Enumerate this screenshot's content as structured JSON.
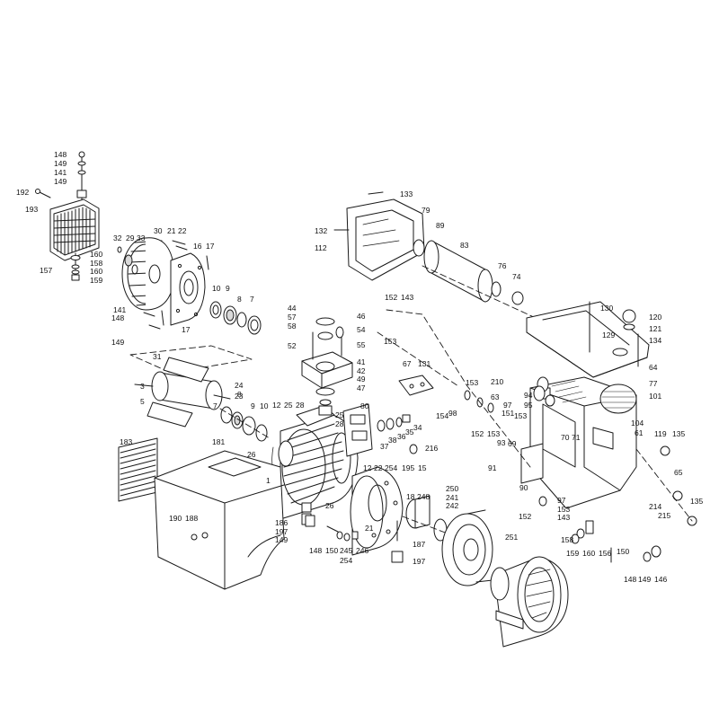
{
  "diagram": {
    "type": "exploded-parts-diagram",
    "callouts": [
      {
        "id": "148a",
        "label": "148"
      },
      {
        "id": "149a",
        "label": "149"
      },
      {
        "id": "141a",
        "label": "141"
      },
      {
        "id": "149b",
        "label": "149"
      },
      {
        "id": "192",
        "label": "192"
      },
      {
        "id": "193",
        "label": "193"
      },
      {
        "id": "157",
        "label": "157"
      },
      {
        "id": "160a",
        "label": "160"
      },
      {
        "id": "158a",
        "label": "158"
      },
      {
        "id": "160b",
        "label": "160"
      },
      {
        "id": "159a",
        "label": "159"
      },
      {
        "id": "32",
        "label": "32"
      },
      {
        "id": "29",
        "label": "29"
      },
      {
        "id": "33",
        "label": "33"
      },
      {
        "id": "30",
        "label": "30"
      },
      {
        "id": "21a",
        "label": "21"
      },
      {
        "id": "22a",
        "label": "22"
      },
      {
        "id": "16",
        "label": "16"
      },
      {
        "id": "17a",
        "label": "17"
      },
      {
        "id": "10a",
        "label": "10"
      },
      {
        "id": "9a",
        "label": "9"
      },
      {
        "id": "8a",
        "label": "8"
      },
      {
        "id": "7a",
        "label": "7"
      },
      {
        "id": "141b",
        "label": "141"
      },
      {
        "id": "148b",
        "label": "148"
      },
      {
        "id": "149c",
        "label": "149"
      },
      {
        "id": "17b",
        "label": "17"
      },
      {
        "id": "31",
        "label": "31"
      },
      {
        "id": "3",
        "label": "3"
      },
      {
        "id": "5",
        "label": "5"
      },
      {
        "id": "24",
        "label": "24"
      },
      {
        "id": "23",
        "label": "23"
      },
      {
        "id": "7b",
        "label": "7"
      },
      {
        "id": "8b",
        "label": "8"
      },
      {
        "id": "9b",
        "label": "9"
      },
      {
        "id": "10b",
        "label": "10"
      },
      {
        "id": "12a",
        "label": "12"
      },
      {
        "id": "25a",
        "label": "25"
      },
      {
        "id": "28a",
        "label": "28"
      },
      {
        "id": "26a",
        "label": "26"
      },
      {
        "id": "1",
        "label": "1"
      },
      {
        "id": "183",
        "label": "183"
      },
      {
        "id": "181",
        "label": "181"
      },
      {
        "id": "190",
        "label": "190"
      },
      {
        "id": "188",
        "label": "188"
      },
      {
        "id": "186",
        "label": "186"
      },
      {
        "id": "197a",
        "label": "197"
      },
      {
        "id": "149d",
        "label": "149"
      },
      {
        "id": "26b",
        "label": "26"
      },
      {
        "id": "148c",
        "label": "148"
      },
      {
        "id": "150a",
        "label": "150"
      },
      {
        "id": "245",
        "label": "245"
      },
      {
        "id": "246",
        "label": "246"
      },
      {
        "id": "254a",
        "label": "254"
      },
      {
        "id": "21b",
        "label": "21"
      },
      {
        "id": "12b",
        "label": "12"
      },
      {
        "id": "22b",
        "label": "22"
      },
      {
        "id": "254b",
        "label": "254"
      },
      {
        "id": "195",
        "label": "195"
      },
      {
        "id": "15",
        "label": "15"
      },
      {
        "id": "18",
        "label": "18"
      },
      {
        "id": "248",
        "label": "248"
      },
      {
        "id": "250",
        "label": "250"
      },
      {
        "id": "241",
        "label": "241"
      },
      {
        "id": "242",
        "label": "242"
      },
      {
        "id": "187",
        "label": "187"
      },
      {
        "id": "197b",
        "label": "197"
      },
      {
        "id": "251",
        "label": "251"
      },
      {
        "id": "44",
        "label": "44"
      },
      {
        "id": "57",
        "label": "57"
      },
      {
        "id": "58",
        "label": "58"
      },
      {
        "id": "46",
        "label": "46"
      },
      {
        "id": "54",
        "label": "54"
      },
      {
        "id": "52",
        "label": "52"
      },
      {
        "id": "55",
        "label": "55"
      },
      {
        "id": "41",
        "label": "41"
      },
      {
        "id": "42",
        "label": "42"
      },
      {
        "id": "49",
        "label": "49"
      },
      {
        "id": "47",
        "label": "47"
      },
      {
        "id": "25b",
        "label": "25"
      },
      {
        "id": "28b",
        "label": "28"
      },
      {
        "id": "80",
        "label": "80"
      },
      {
        "id": "37",
        "label": "37"
      },
      {
        "id": "38",
        "label": "38"
      },
      {
        "id": "36",
        "label": "36"
      },
      {
        "id": "35",
        "label": "35"
      },
      {
        "id": "34",
        "label": "34"
      },
      {
        "id": "216",
        "label": "216"
      },
      {
        "id": "133",
        "label": "133"
      },
      {
        "id": "79",
        "label": "79"
      },
      {
        "id": "132",
        "label": "132"
      },
      {
        "id": "89",
        "label": "89"
      },
      {
        "id": "112",
        "label": "112"
      },
      {
        "id": "83",
        "label": "83"
      },
      {
        "id": "76",
        "label": "76"
      },
      {
        "id": "74",
        "label": "74"
      },
      {
        "id": "152a",
        "label": "152"
      },
      {
        "id": "143a",
        "label": "143"
      },
      {
        "id": "153a",
        "label": "153"
      },
      {
        "id": "67",
        "label": "67"
      },
      {
        "id": "131",
        "label": "131"
      },
      {
        "id": "154",
        "label": "154"
      },
      {
        "id": "98",
        "label": "98"
      },
      {
        "id": "153b",
        "label": "153"
      },
      {
        "id": "63",
        "label": "63"
      },
      {
        "id": "97a",
        "label": "97"
      },
      {
        "id": "210",
        "label": "210"
      },
      {
        "id": "151",
        "label": "151"
      },
      {
        "id": "153c",
        "label": "153"
      },
      {
        "id": "152b",
        "label": "152"
      },
      {
        "id": "153d",
        "label": "153"
      },
      {
        "id": "93",
        "label": "93"
      },
      {
        "id": "69",
        "label": "69"
      },
      {
        "id": "94",
        "label": "94"
      },
      {
        "id": "95",
        "label": "95"
      },
      {
        "id": "70",
        "label": "70"
      },
      {
        "id": "71",
        "label": "71"
      },
      {
        "id": "91",
        "label": "91"
      },
      {
        "id": "90",
        "label": "90"
      },
      {
        "id": "130",
        "label": "130"
      },
      {
        "id": "120",
        "label": "120"
      },
      {
        "id": "129",
        "label": "129"
      },
      {
        "id": "121",
        "label": "121"
      },
      {
        "id": "134",
        "label": "134"
      },
      {
        "id": "64",
        "label": "64"
      },
      {
        "id": "77",
        "label": "77"
      },
      {
        "id": "101",
        "label": "101"
      },
      {
        "id": "104",
        "label": "104"
      },
      {
        "id": "61",
        "label": "61"
      },
      {
        "id": "119",
        "label": "119"
      },
      {
        "id": "135a",
        "label": "135"
      },
      {
        "id": "65",
        "label": "65"
      },
      {
        "id": "135b",
        "label": "135"
      },
      {
        "id": "214",
        "label": "214"
      },
      {
        "id": "215",
        "label": "215"
      },
      {
        "id": "97b",
        "label": "97"
      },
      {
        "id": "153e",
        "label": "153"
      },
      {
        "id": "152c",
        "label": "152"
      },
      {
        "id": "143b",
        "label": "143"
      },
      {
        "id": "158b",
        "label": "158"
      },
      {
        "id": "159b",
        "label": "159"
      },
      {
        "id": "160c",
        "label": "160"
      },
      {
        "id": "156",
        "label": "156"
      },
      {
        "id": "150b",
        "label": "150"
      },
      {
        "id": "148d",
        "label": "148"
      },
      {
        "id": "149e",
        "label": "149"
      },
      {
        "id": "146",
        "label": "146"
      }
    ]
  }
}
